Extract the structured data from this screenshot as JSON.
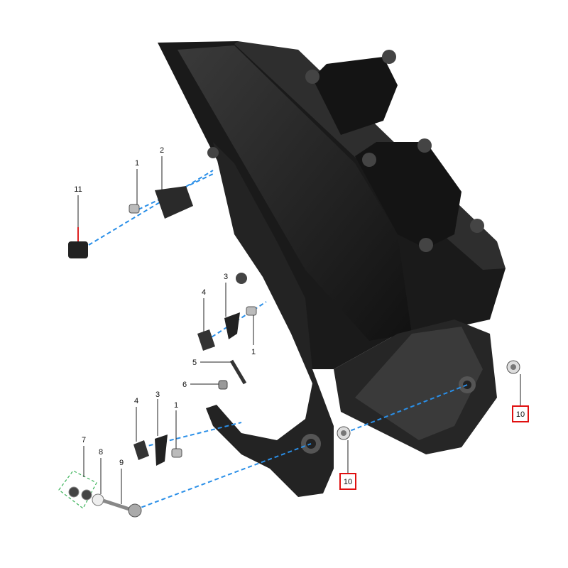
{
  "diagram": {
    "title": "Swingarm exploded parts view",
    "callouts": [
      {
        "id": "11",
        "label": "11"
      },
      {
        "id": "1a",
        "label": "1"
      },
      {
        "id": "2",
        "label": "2"
      },
      {
        "id": "4a",
        "label": "4"
      },
      {
        "id": "3a",
        "label": "3"
      },
      {
        "id": "1b",
        "label": "1"
      },
      {
        "id": "5",
        "label": "5"
      },
      {
        "id": "6",
        "label": "6"
      },
      {
        "id": "4b",
        "label": "4"
      },
      {
        "id": "3b",
        "label": "3"
      },
      {
        "id": "1c",
        "label": "1"
      },
      {
        "id": "7",
        "label": "7"
      },
      {
        "id": "8",
        "label": "8"
      },
      {
        "id": "9",
        "label": "9"
      },
      {
        "id": "10a",
        "label": "10",
        "highlighted": true
      },
      {
        "id": "10b",
        "label": "10",
        "highlighted": true
      }
    ],
    "colors": {
      "part": "#1c1c1c",
      "leader": "#2a8fe8",
      "highlight": "#e01010",
      "kit_outline": "#3cb35a"
    }
  }
}
